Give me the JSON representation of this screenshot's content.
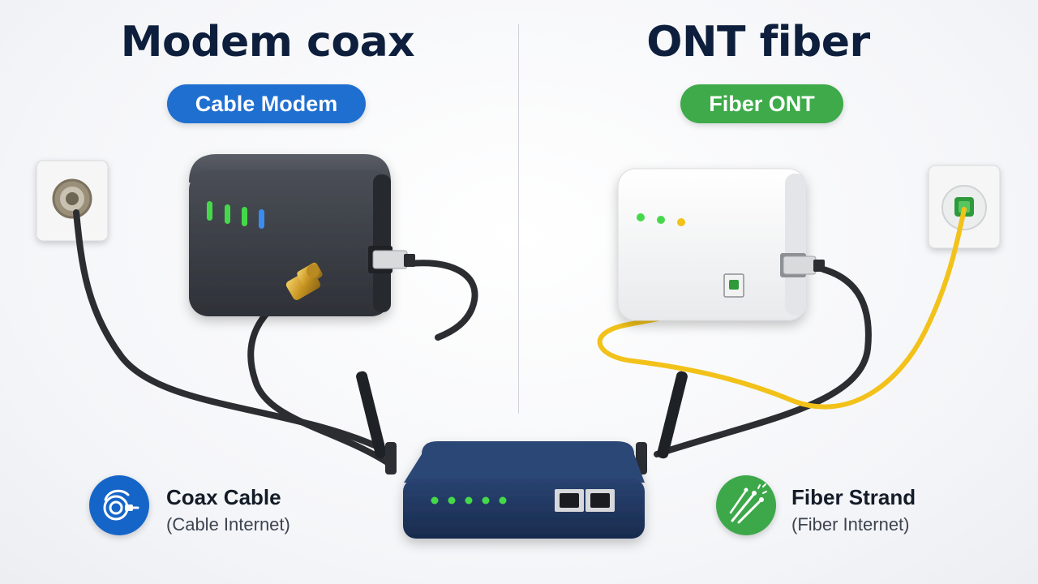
{
  "left": {
    "title": "Modem coax",
    "badge": "Cable Modem",
    "legend_title": "Coax Cable",
    "legend_subtitle": "(Cable Internet)",
    "legend_icon": "coax-cable-icon",
    "color": "#1f6fd0"
  },
  "right": {
    "title": "ONT fiber",
    "badge": "Fiber ONT",
    "legend_title": "Fiber Strand",
    "legend_subtitle": "(Fiber Internet)",
    "legend_icon": "fiber-strand-icon",
    "color": "#3eaa4a"
  },
  "colors": {
    "title": "#0d1f3c",
    "modem_body": "#3a3d44",
    "ont_body": "#f7f7f7",
    "router_body": "#1f355e",
    "cable": "#2b2d31",
    "fiber_cable": "#f2c21a",
    "led_green": "#45d94a",
    "led_blue": "#3a8cf0",
    "led_yellow": "#f2c21a"
  }
}
